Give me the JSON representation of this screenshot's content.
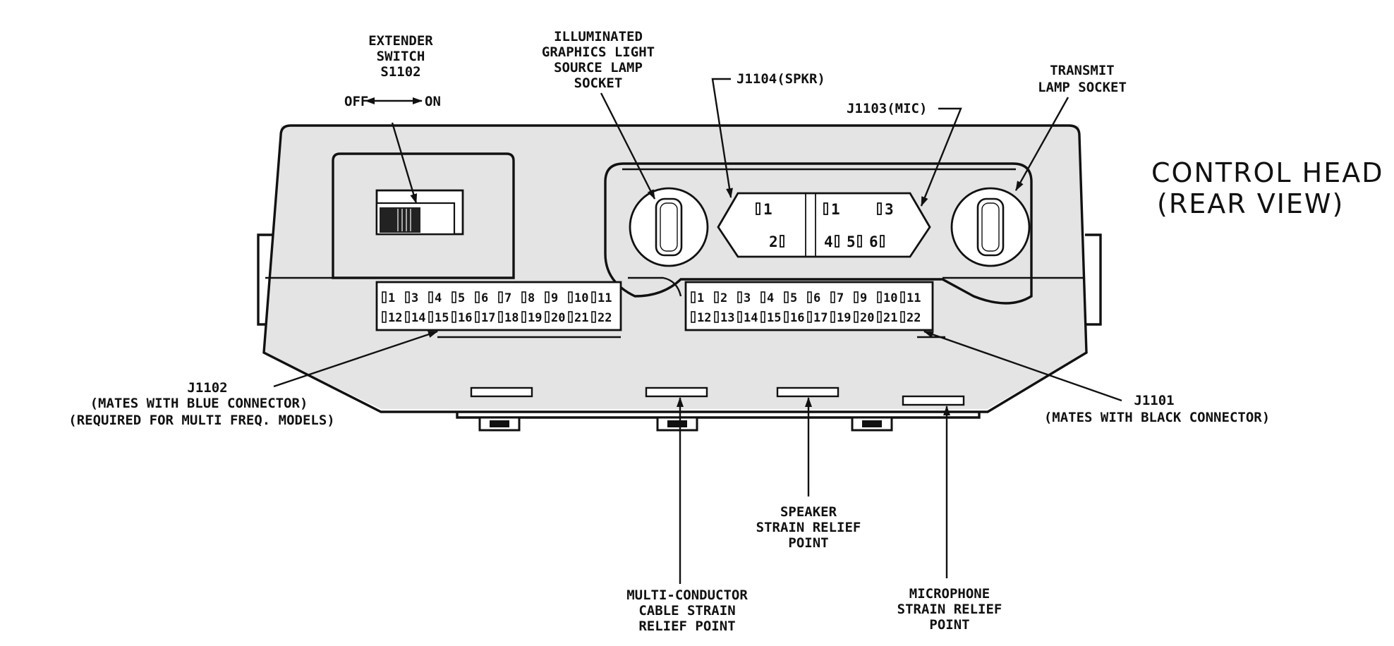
{
  "title": {
    "line1": "CONTROL HEAD",
    "line2": "(REAR VIEW)"
  },
  "labels": {
    "extender_switch": [
      "EXTENDER",
      "SWITCH",
      "S1102"
    ],
    "switch_off": "OFF",
    "switch_on": "ON",
    "lamp_socket": [
      "ILLUMINATED",
      "GRAPHICS LIGHT",
      "SOURCE LAMP",
      "SOCKET"
    ],
    "speaker_jack": "J1104(SPKR)",
    "mic_jack": "J1103(MIC)",
    "transmit_lamp": [
      "TRANSMIT",
      "LAMP SOCKET"
    ],
    "j1102": [
      "J1102",
      "(MATES WITH BLUE CONNECTOR)",
      "(REQUIRED FOR MULTI FREQ. MODELS)"
    ],
    "j1101": [
      "J1101",
      "(MATES WITH BLACK CONNECTOR)"
    ],
    "multi_conductor": [
      "MULTI-CONDUCTOR",
      "CABLE STRAIN",
      "RELIEF POINT"
    ],
    "speaker_strain": [
      "SPEAKER",
      "STRAIN RELIEF",
      "POINT"
    ],
    "mic_strain": [
      "MICROPHONE",
      "STRAIN RELIEF",
      "POINT"
    ]
  },
  "j1102_pins": {
    "top": [
      "1",
      "3",
      "4",
      "5",
      "6",
      "7",
      "8",
      "9",
      "10",
      "11"
    ],
    "bottom": [
      "12",
      "14",
      "15",
      "16",
      "17",
      "18",
      "19",
      "20",
      "21",
      "22"
    ]
  },
  "j1101_pins": {
    "top": [
      "1",
      "2",
      "3",
      "4",
      "5",
      "6",
      "7",
      "9",
      "10",
      "11"
    ],
    "bottom": [
      "12",
      "13",
      "14",
      "15",
      "16",
      "17",
      "19",
      "20",
      "21",
      "22"
    ]
  },
  "speaker_pins": [
    "1",
    "2"
  ],
  "mic_pins": [
    "1",
    "3",
    "4",
    "5",
    "6"
  ]
}
